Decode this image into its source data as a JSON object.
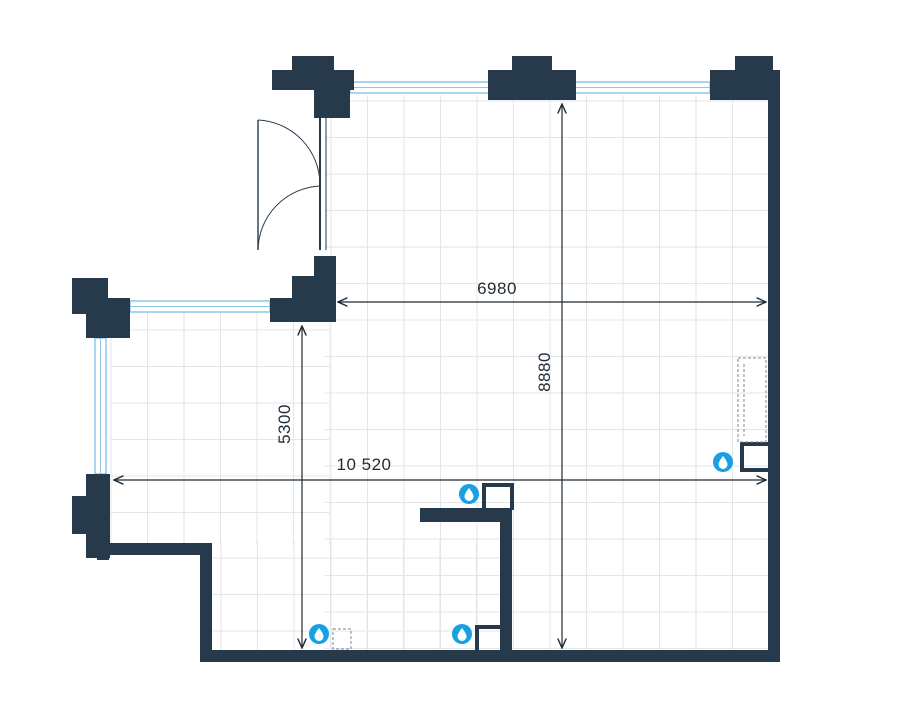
{
  "dimensions": {
    "width_6980": "6980",
    "height_8880": "8880",
    "height_5300": "5300",
    "width_10520": "10 520"
  },
  "colors": {
    "wall": "#263a4b",
    "grid": "#e3e6e9",
    "window_frame": "#8fc7e6",
    "dim_line": "#1f2b36",
    "water_icon": "#18a0e3",
    "background": "#ffffff"
  },
  "icons": {
    "water_points": [
      "water-drop-icon",
      "water-drop-icon",
      "water-drop-icon",
      "water-drop-icon"
    ]
  }
}
